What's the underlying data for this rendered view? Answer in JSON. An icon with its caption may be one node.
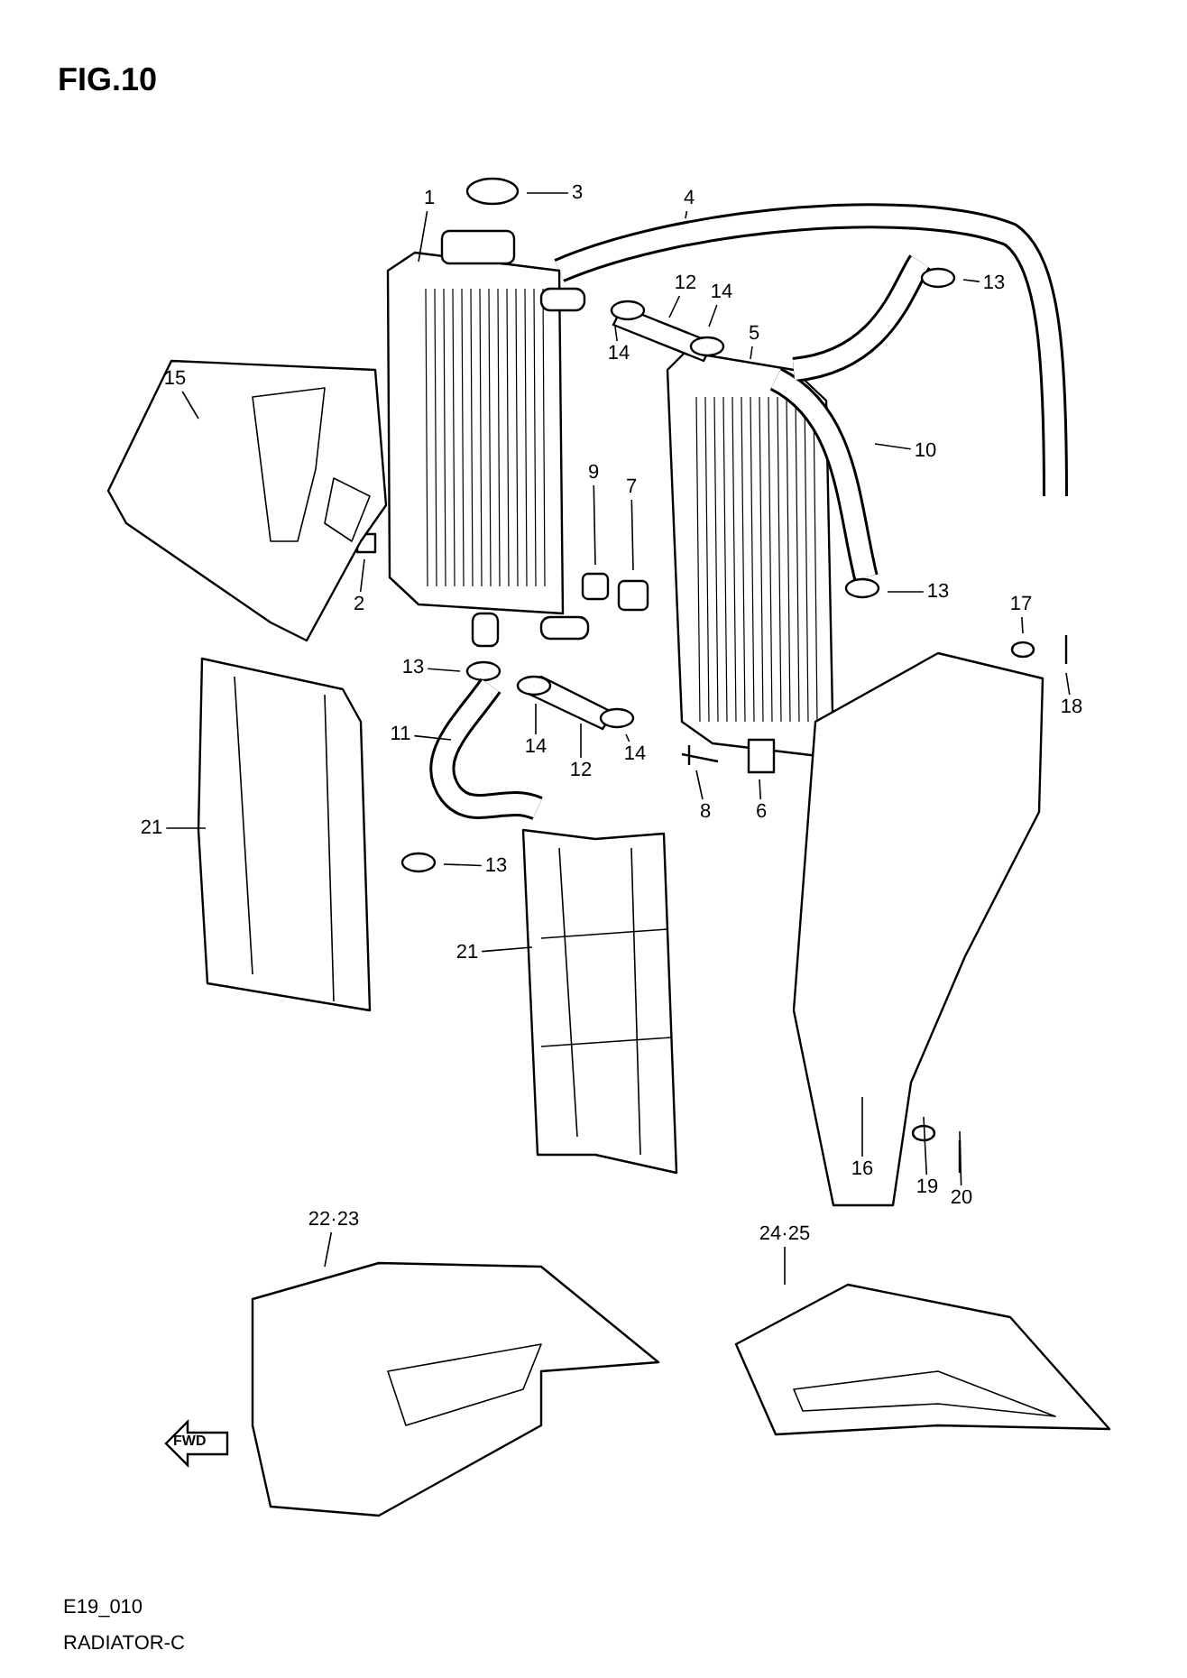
{
  "diagram": {
    "title": "FIG.10",
    "nodes": [
      {
        "text": [
          "1"
        ]
      },
      {
        "text": [
          "3"
        ]
      },
      {
        "text": [
          "4"
        ]
      },
      {
        "text": [
          "12"
        ]
      },
      {
        "text": [
          "14"
        ]
      },
      {
        "text": [
          "13"
        ]
      },
      {
        "text": [
          "14"
        ]
      },
      {
        "text": [
          "5"
        ]
      },
      {
        "text": [
          "15"
        ]
      },
      {
        "text": [
          "10"
        ]
      },
      {
        "text": [
          "9"
        ]
      },
      {
        "text": [
          "7"
        ]
      },
      {
        "text": [
          "2"
        ]
      },
      {
        "text": [
          "13"
        ]
      },
      {
        "text": [
          "17"
        ]
      },
      {
        "text": [
          "18"
        ]
      },
      {
        "text": [
          "13"
        ]
      },
      {
        "text": [
          "11"
        ]
      },
      {
        "text": [
          "14"
        ]
      },
      {
        "text": [
          "12"
        ]
      },
      {
        "text": [
          "14"
        ]
      },
      {
        "text": [
          "8"
        ]
      },
      {
        "text": [
          "6"
        ]
      },
      {
        "text": [
          "21"
        ]
      },
      {
        "text": [
          "13"
        ]
      },
      {
        "text": [
          "21"
        ]
      },
      {
        "text": [
          "16"
        ]
      },
      {
        "text": [
          "19"
        ]
      },
      {
        "text": [
          "20"
        ]
      },
      {
        "text": [
          "22·23"
        ]
      },
      {
        "text": [
          "24·25"
        ]
      }
    ],
    "edges": [
      {
        "from": 0,
        "to": null,
        "arrow": "none"
      },
      {
        "from": 1,
        "to": null,
        "arrow": "none"
      },
      {
        "from": 2,
        "to": null,
        "arrow": "none"
      },
      {
        "from": 3,
        "to": null,
        "arrow": "none"
      },
      {
        "from": 4,
        "to": null,
        "arrow": "none"
      },
      {
        "from": 5,
        "to": null,
        "arrow": "none"
      },
      {
        "from": 6,
        "to": null,
        "arrow": "none"
      },
      {
        "from": 7,
        "to": null,
        "arrow": "none"
      },
      {
        "from": 8,
        "to": null,
        "arrow": "none"
      },
      {
        "from": 9,
        "to": null,
        "arrow": "none"
      },
      {
        "from": 10,
        "to": null,
        "arrow": "none"
      },
      {
        "from": 11,
        "to": null,
        "arrow": "none"
      },
      {
        "from": 12,
        "to": null,
        "arrow": "none"
      },
      {
        "from": 13,
        "to": null,
        "arrow": "none"
      },
      {
        "from": 14,
        "to": null,
        "arrow": "none"
      },
      {
        "from": 15,
        "to": null,
        "arrow": "none"
      },
      {
        "from": 16,
        "to": null,
        "arrow": "none"
      },
      {
        "from": 17,
        "to": null,
        "arrow": "none"
      },
      {
        "from": 18,
        "to": null,
        "arrow": "none"
      },
      {
        "from": 19,
        "to": null,
        "arrow": "none"
      },
      {
        "from": 20,
        "to": null,
        "arrow": "none"
      },
      {
        "from": 21,
        "to": null,
        "arrow": "none"
      },
      {
        "from": 22,
        "to": null,
        "arrow": "none"
      },
      {
        "from": 23,
        "to": null,
        "arrow": "none"
      },
      {
        "from": 24,
        "to": null,
        "arrow": "none"
      },
      {
        "from": 25,
        "to": null,
        "arrow": "none"
      },
      {
        "from": 26,
        "to": null,
        "arrow": "none"
      },
      {
        "from": 27,
        "to": null,
        "arrow": "none"
      },
      {
        "from": 28,
        "to": null,
        "arrow": "none"
      },
      {
        "from": 29,
        "to": null,
        "arrow": "none"
      },
      {
        "from": 30,
        "to": null,
        "arrow": "none"
      }
    ],
    "labels": [
      "FWD",
      "E19_010",
      "RADIATOR-C"
    ]
  }
}
